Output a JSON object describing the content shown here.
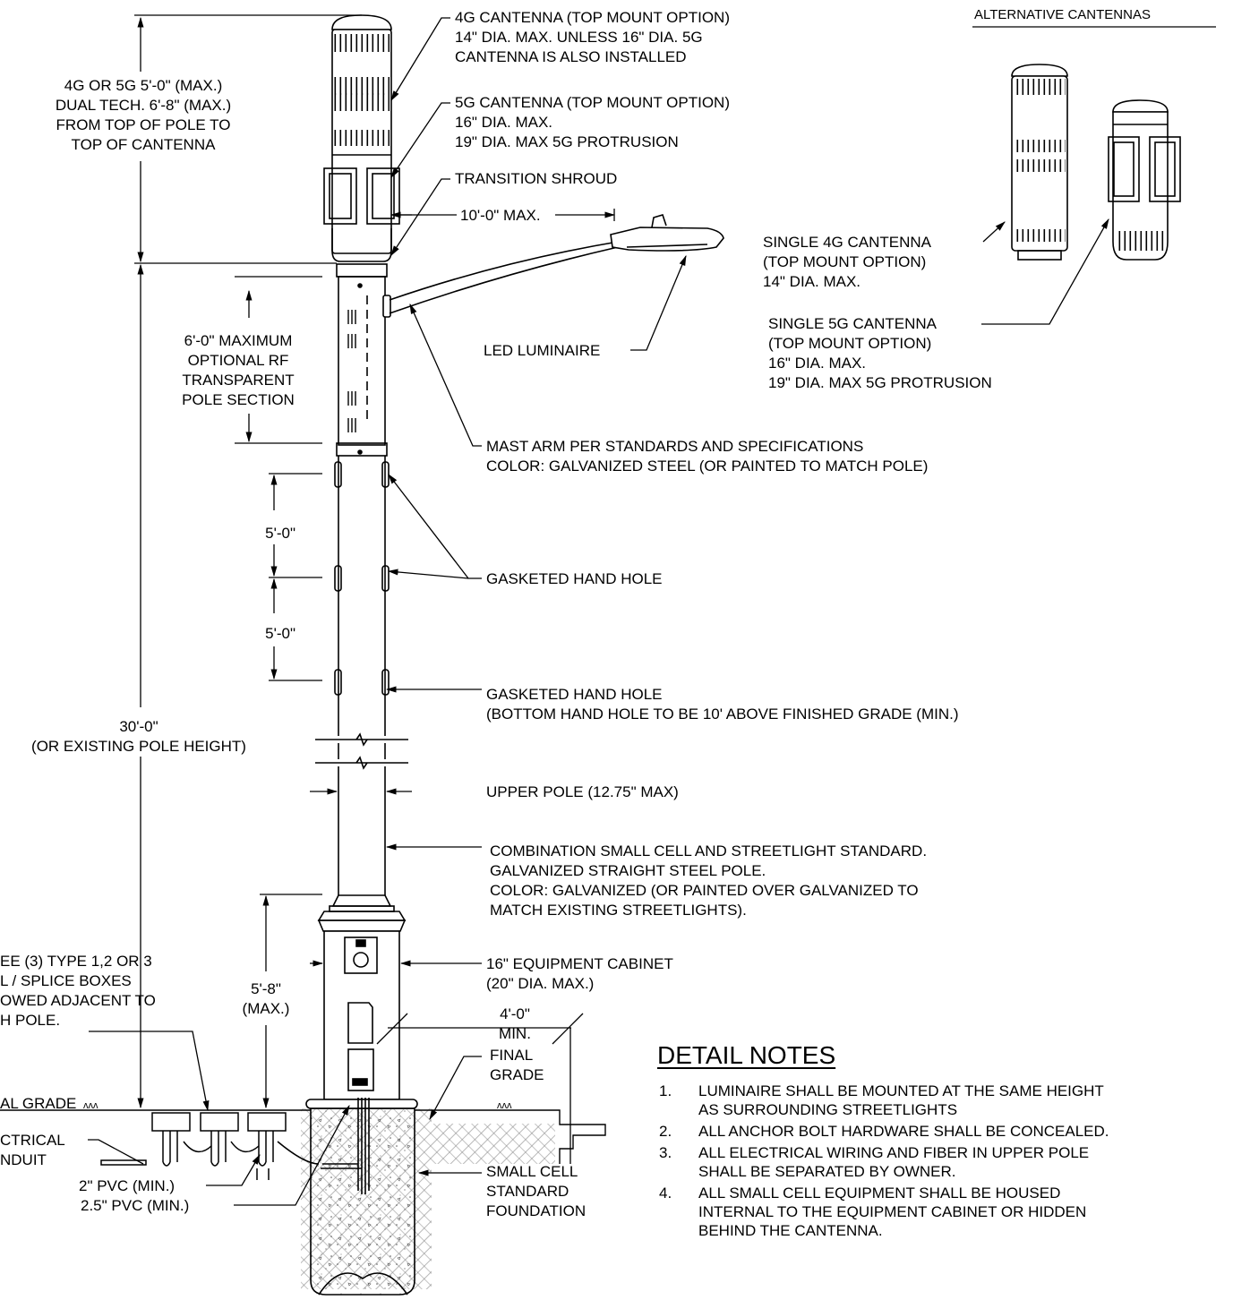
{
  "callouts": {
    "cantenna_4g": [
      "4G CANTENNA (TOP MOUNT OPTION)",
      "14\" DIA. MAX. UNLESS 16\" DIA. 5G",
      "CANTENNA IS ALSO INSTALLED"
    ],
    "cantenna_5g": [
      "5G CANTENNA (TOP MOUNT OPTION)",
      "16\" DIA. MAX.",
      "19\" DIA. MAX 5G PROTRUSION"
    ],
    "transition_shroud": "TRANSITION SHROUD",
    "led_luminaire": "LED LUMINAIRE",
    "mast_arm": [
      "MAST ARM PER STANDARDS AND SPECIFICATIONS",
      "COLOR: GALVANIZED STEEL (OR PAINTED TO MATCH POLE)"
    ],
    "hand_hole_1": "GASKETED HAND HOLE",
    "hand_hole_2": [
      "GASKETED HAND HOLE",
      "(BOTTOM HAND HOLE TO BE 10' ABOVE FINISHED GRADE (MIN.)"
    ],
    "upper_pole": "UPPER POLE (12.75\" MAX)",
    "combination": [
      "COMBINATION SMALL CELL AND STREETLIGHT STANDARD.",
      "GALVANIZED STRAIGHT STEEL POLE.",
      "COLOR: GALVANIZED (OR PAINTED OVER GALVANIZED TO",
      "MATCH EXISTING STREETLIGHTS)."
    ],
    "cabinet": [
      "16\" EQUIPMENT CABINET",
      "(20\" DIA. MAX.)"
    ],
    "final_grade": [
      "FINAL",
      "GRADE"
    ],
    "foundation": [
      "SMALL CELL",
      "STANDARD",
      "FOUNDATION"
    ],
    "pull_boxes": [
      "EE (3) TYPE 1,2 OR 3",
      "L / SPLICE BOXES",
      "OWED ADJACENT TO",
      "H POLE."
    ],
    "final_grade_left": "AL GRADE",
    "electrical": [
      "CTRICAL",
      "NDUIT"
    ],
    "pvc_2": "2\" PVC (MIN.)",
    "pvc_25": "2.5\" PVC (MIN.)"
  },
  "dimensions": {
    "cantenna_height": [
      "4G OR 5G 5'-0\" (MAX.)",
      "DUAL TECH. 6'-8\" (MAX.)",
      "FROM TOP OF POLE TO",
      "TOP OF CANTENNA"
    ],
    "arm_length": "10'-0\" MAX.",
    "rf_section": [
      "6'-0\" MAXIMUM",
      "OPTIONAL RF",
      "TRANSPARENT",
      "POLE SECTION"
    ],
    "hole_spacing_1": "5'-0\"",
    "hole_spacing_2": "5'-0\"",
    "pole_height": [
      "30'-0\"",
      "(OR EXISTING POLE HEIGHT)"
    ],
    "cabinet_height": [
      "5'-8\"",
      "(MAX.)"
    ],
    "offset": [
      "4'-0\"",
      "MIN."
    ]
  },
  "alternatives": {
    "title": "ALTERNATIVE CANTENNAS",
    "single_4g": [
      "SINGLE 4G CANTENNA",
      "(TOP MOUNT OPTION)",
      "14\" DIA. MAX."
    ],
    "single_5g": [
      "SINGLE 5G CANTENNA",
      "(TOP MOUNT OPTION)",
      "16\" DIA. MAX.",
      "19\" DIA. MAX 5G PROTRUSION"
    ]
  },
  "detail_notes": {
    "title": "DETAIL NOTES",
    "items": [
      {
        "num": "1.",
        "lines": [
          "LUMINAIRE SHALL BE MOUNTED AT THE SAME HEIGHT",
          "AS SURROUNDING STREETLIGHTS"
        ]
      },
      {
        "num": "2.",
        "lines": [
          "ALL ANCHOR BOLT HARDWARE SHALL BE CONCEALED."
        ]
      },
      {
        "num": "3.",
        "lines": [
          "ALL ELECTRICAL WIRING AND FIBER IN UPPER POLE",
          "SHALL BE SEPARATED BY OWNER."
        ]
      },
      {
        "num": "4.",
        "lines": [
          "ALL SMALL CELL EQUIPMENT SHALL BE HOUSED",
          "INTERNAL TO THE EQUIPMENT CABINET OR HIDDEN",
          "BEHIND THE CANTENNA."
        ]
      }
    ]
  }
}
